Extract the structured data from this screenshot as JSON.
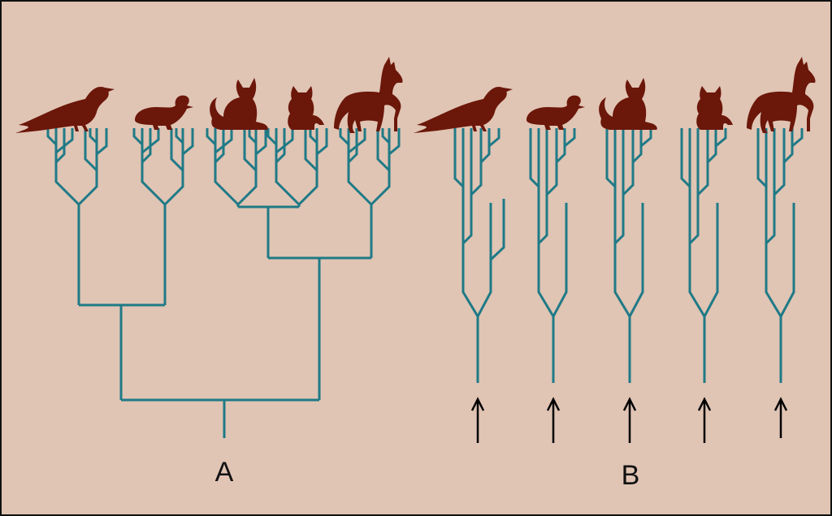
{
  "colors": {
    "background": "#e0c4b4",
    "border": "#111111",
    "branch": "#1f7a86",
    "silhouette": "#6b1709",
    "arrow": "#000000",
    "label": "#111111"
  },
  "panels": [
    {
      "id": "A",
      "label": "A",
      "kind": "single-origin-tree",
      "taxa": [
        "bird-icon",
        "duck-icon",
        "cat-icon",
        "small-cat-icon",
        "horse-icon"
      ]
    },
    {
      "id": "B",
      "label": "B",
      "kind": "separate-origins",
      "taxa": [
        "bird-icon",
        "duck-icon",
        "cat-icon",
        "small-cat-icon",
        "horse-icon"
      ]
    }
  ]
}
